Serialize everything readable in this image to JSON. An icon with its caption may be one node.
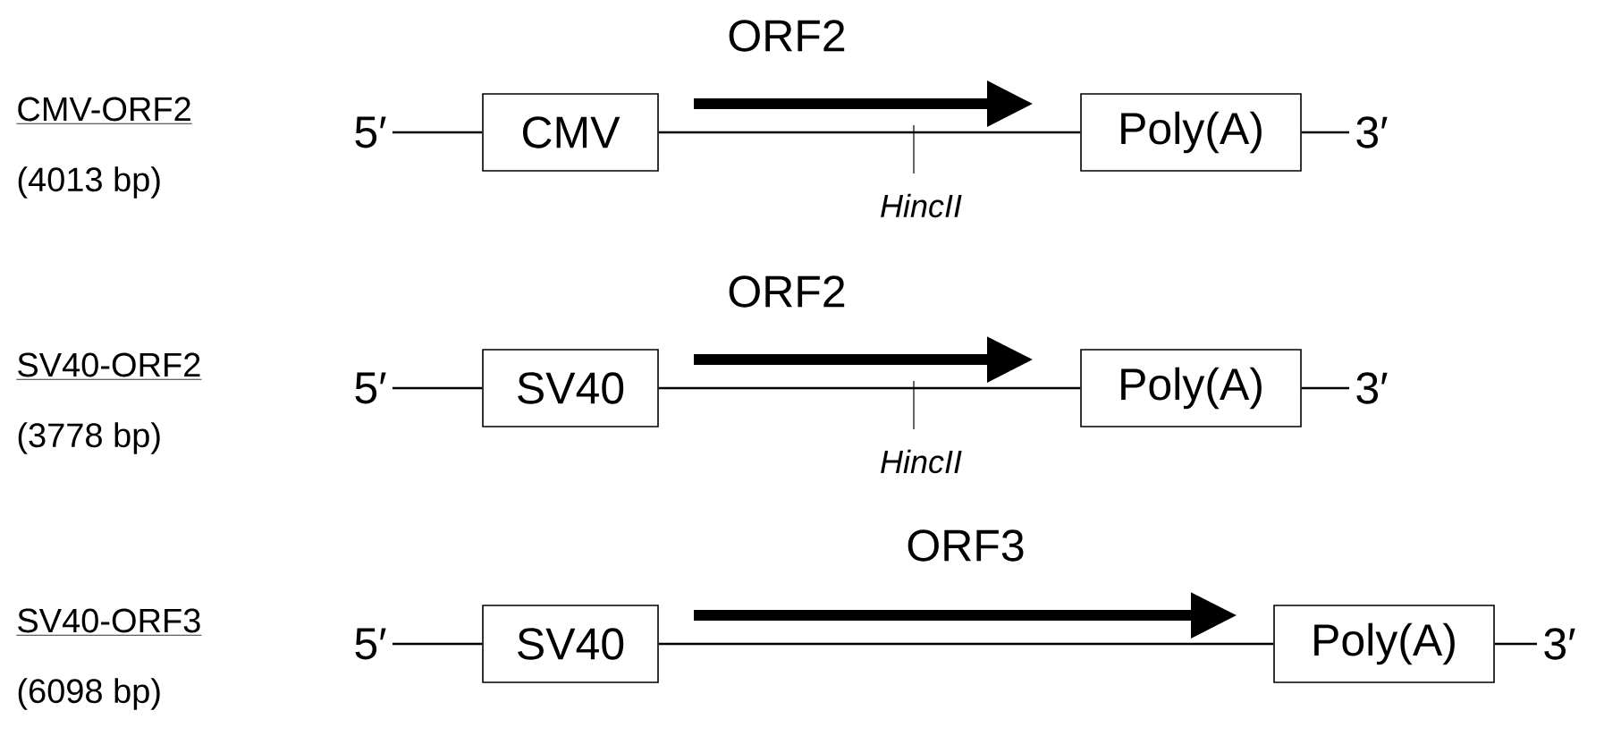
{
  "diagram": {
    "nodes": [
      {
        "text": [
          "5′"
        ]
      },
      {
        "text": [
          "CMV"
        ]
      },
      {
        "text": [
          "Poly(A)"
        ]
      },
      {
        "text": [
          "3′"
        ]
      },
      {
        "text": [
          "5′"
        ]
      },
      {
        "text": [
          "SV40"
        ]
      },
      {
        "text": [
          "Poly(A)"
        ]
      },
      {
        "text": [
          "3′"
        ]
      },
      {
        "text": [
          "5′"
        ]
      },
      {
        "text": [
          "SV40"
        ]
      },
      {
        "text": [
          "Poly(A)"
        ]
      },
      {
        "text": [
          "3′"
        ]
      }
    ],
    "edges": [
      {
        "from": 0,
        "to": 1,
        "arrow": "none"
      },
      {
        "from": 1,
        "to": 2,
        "arrow": "none"
      },
      {
        "from": 2,
        "to": 3,
        "arrow": "none"
      },
      {
        "from": 4,
        "to": 5,
        "arrow": "none"
      },
      {
        "from": 5,
        "to": 6,
        "arrow": "none"
      },
      {
        "from": 6,
        "to": 7,
        "arrow": "none"
      },
      {
        "from": 8,
        "to": 9,
        "arrow": "none"
      },
      {
        "from": 9,
        "to": 10,
        "arrow": "none"
      },
      {
        "from": 10,
        "to": 11,
        "arrow": "none"
      }
    ],
    "labels": [
      "ORF2",
      "CMV-ORF2",
      "(4013 bp)",
      "HincII",
      "ORF2",
      "SV40-ORF2",
      "(3778 bp)",
      "HincII",
      "ORF3",
      "SV40-ORF3",
      "(6098 bp)"
    ]
  }
}
